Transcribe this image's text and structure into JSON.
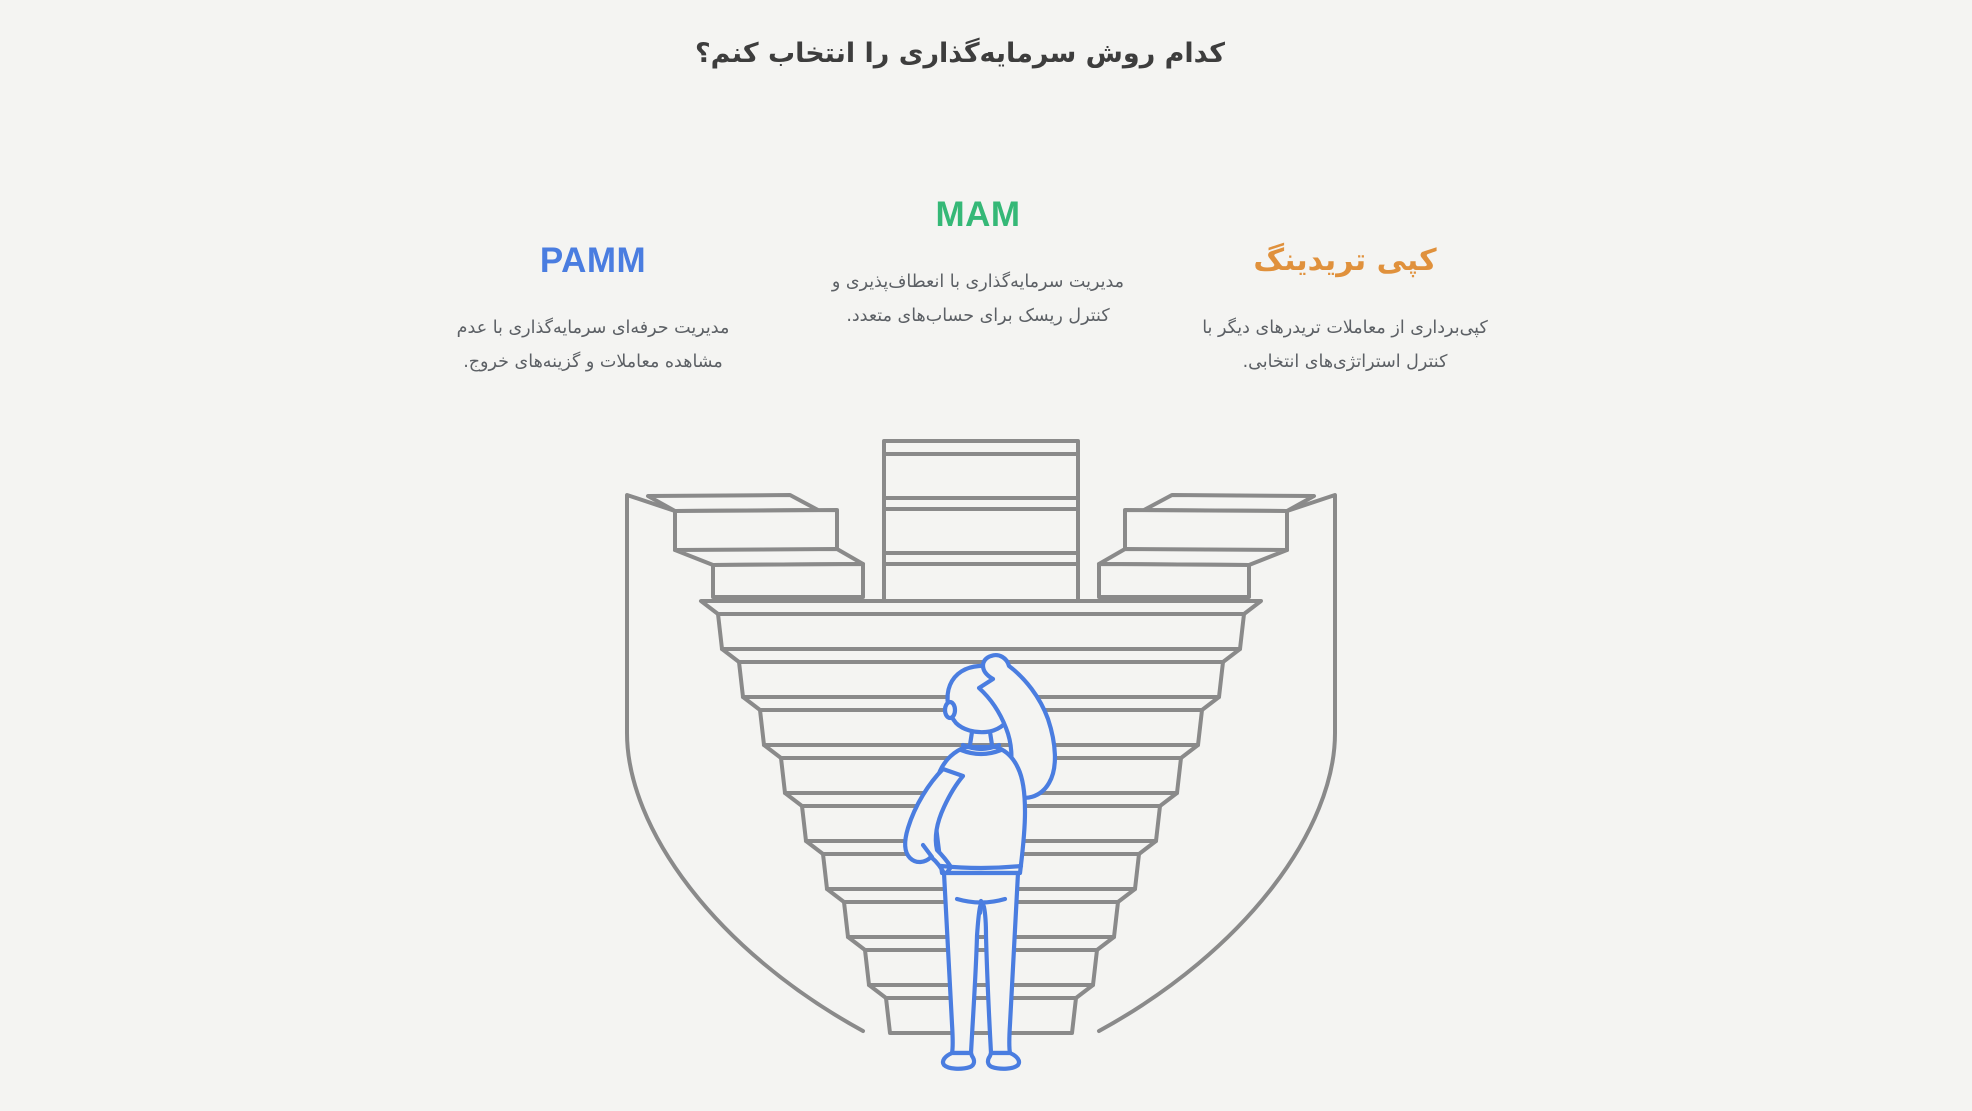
{
  "page": {
    "background": "#f4f4f2",
    "title": "کدام روش سرمایه‌گذاری را انتخاب کنم؟",
    "title_color": "#3d3d3d",
    "text_color": "#5c6065"
  },
  "methods": [
    {
      "id": "pamm",
      "label": "PAMM",
      "color": "#4a7de0",
      "description_lines": [
        "مدیریت حرفه‌ای سرمایه‌گذاری با عدم",
        "مشاهده معاملات و گزینه‌های خروج."
      ]
    },
    {
      "id": "mam",
      "label": "MAM",
      "color": "#35b877",
      "description_lines": [
        "مدیریت سرمایه‌گذاری با انعطاف‌پذیری و",
        "کنترل ریسک برای حساب‌های متعدد."
      ]
    },
    {
      "id": "copy_trading",
      "label": "کپی تریدینگ",
      "color": "#e0913c",
      "description_lines": [
        "کپی‌برداری از معاملات تریدرهای دیگر با",
        "کنترل استراتژی‌های انتخابی."
      ]
    }
  ],
  "illustration": {
    "name": "person-pondering-at-converging-staircase",
    "stair_color": "#8a8a8a",
    "person_color": "#4a7de0"
  }
}
